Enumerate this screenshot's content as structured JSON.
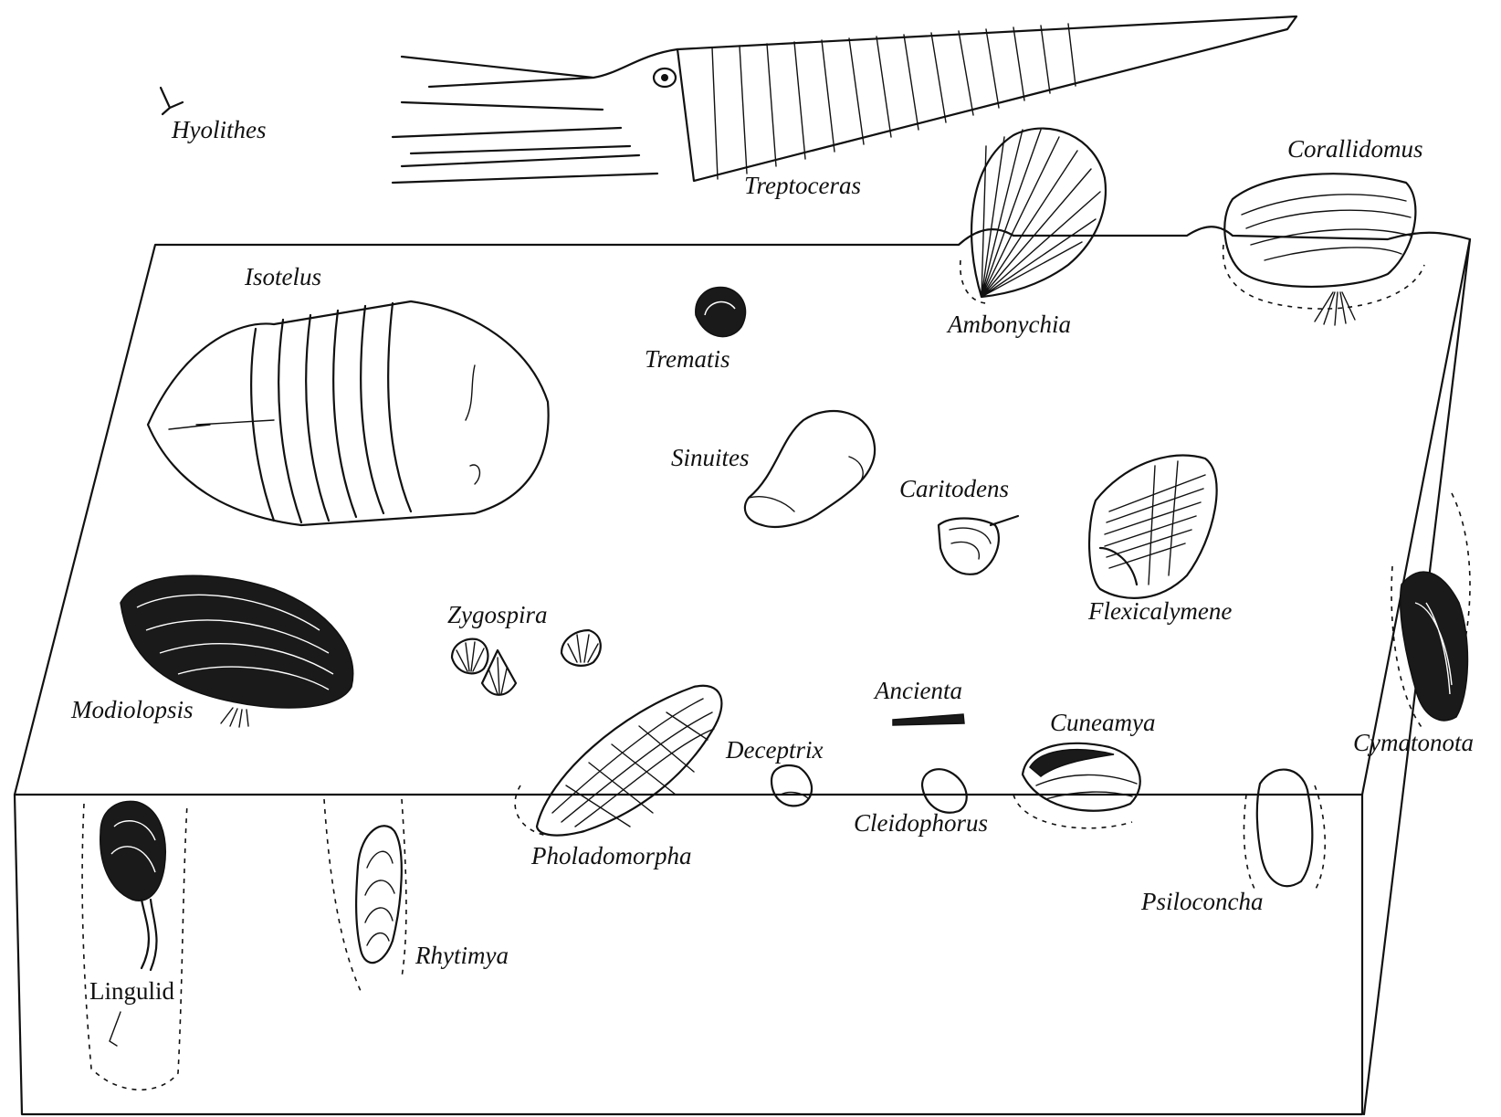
{
  "figure": {
    "labels": {
      "hyolithes": "Hyolithes",
      "treptoceras": "Treptoceras",
      "corallidomus": "Corallidomus",
      "isotelus": "Isotelus",
      "trematis": "Trematis",
      "ambonychia": "Ambonychia",
      "sinuites": "Sinuites",
      "caritodens": "Caritodens",
      "flexicalymene": "Flexicalymene",
      "zygospira": "Zygospira",
      "modiolopsis": "Modiolopsis",
      "ancienta": "Ancienta",
      "cuneamya": "Cuneamya",
      "deceptrix": "Deceptrix",
      "cymatonota": "Cymatonota",
      "cleidophorus": "Cleidophorus",
      "pholadomorpha": "Pholadomorpha",
      "psiloconcha": "Psiloconcha",
      "rhytimya": "Rhytimya",
      "lingulid": "Lingulid"
    },
    "ink_color": "#111111",
    "background_color": "#ffffff"
  }
}
